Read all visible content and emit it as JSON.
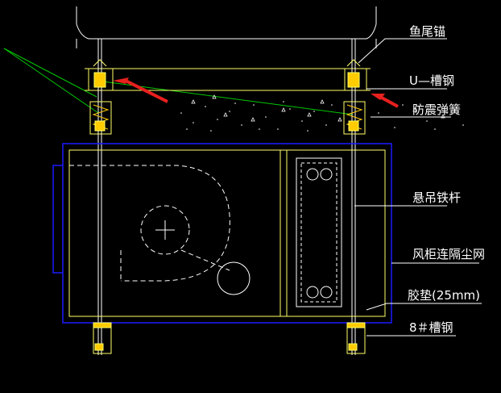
{
  "labels": {
    "anchor_bolt": "鱼尾锚",
    "u_channel": "U—槽钢",
    "spring": "防震弹簧",
    "hanger_rod": "悬吊铁杆",
    "ahu": "风柜连隔尘网",
    "rubber_pad": "胶垫(25mm)",
    "channel_steel": "8＃槽钢"
  },
  "colors": {
    "background": "#000000",
    "line": "#ffffff",
    "structure": "#ffff66",
    "unit_outline": "#1a1aff",
    "leader": "#00c800",
    "arrow": "#e8201e",
    "bracket_fill": "#ffcc00"
  }
}
